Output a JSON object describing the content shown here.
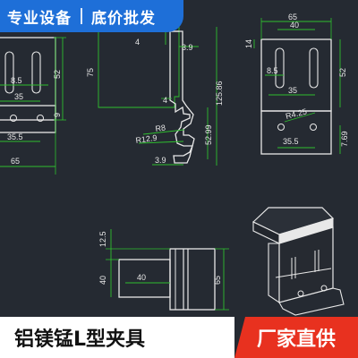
{
  "banner": {
    "tag1": "专业设备",
    "tag2": "底价批发"
  },
  "footer": {
    "product_name": "铝镁锰L型夹具",
    "badge": "厂家直供"
  },
  "dimensions": {
    "view_a": {
      "d1": "8.5",
      "d2": "35",
      "d3": "52",
      "d4": "9",
      "d5": "35.5",
      "d6": "65"
    },
    "view_b": {
      "d1": "4",
      "d2": "3.9",
      "d3": "75",
      "d4": "4",
      "d5": "125.86",
      "d6": "52.99",
      "d7": "R8",
      "d8": "R12.9",
      "d9": "3.9"
    },
    "view_c": {
      "d1": "65",
      "d2": "40",
      "d3": "14",
      "d4": "8.5",
      "d5": "35",
      "d6": "52",
      "d7": "R4.25",
      "d8": "35.5",
      "d9": "7.69"
    },
    "view_d": {
      "d1": "12.5",
      "d2": "40",
      "d3": "40",
      "d4": "65"
    }
  },
  "colors": {
    "background": "#252a32",
    "outline": "#e8e8e8",
    "dimension": "#2fbf2f",
    "banner": "#1e6fd8",
    "badge": "#e8311f"
  }
}
